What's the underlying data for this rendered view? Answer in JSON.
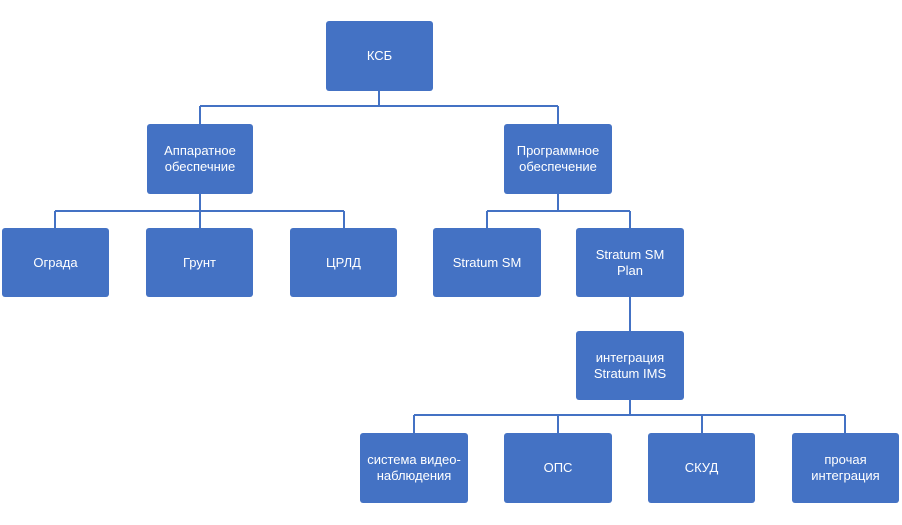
{
  "nodes": {
    "root": "КСБ",
    "hardware": "Аппаратное\nобеспечние",
    "software": "Программное\nобеспечение",
    "fence": "Ограда",
    "ground": "Грунт",
    "crld": "ЦРЛД",
    "stratum_sm": "Stratum SM",
    "stratum_sm_plan": "Stratum SM\nPlan",
    "integration_ims": "интеграция\nStratum IMS",
    "video": "система видео-\nнаблюдения",
    "ops": "ОПС",
    "skud": "СКУД",
    "other": "прочая\nинтеграция"
  },
  "colors": {
    "node_fill": "#4472C4",
    "connector": "#4472C4",
    "text": "#FFFFFF"
  }
}
